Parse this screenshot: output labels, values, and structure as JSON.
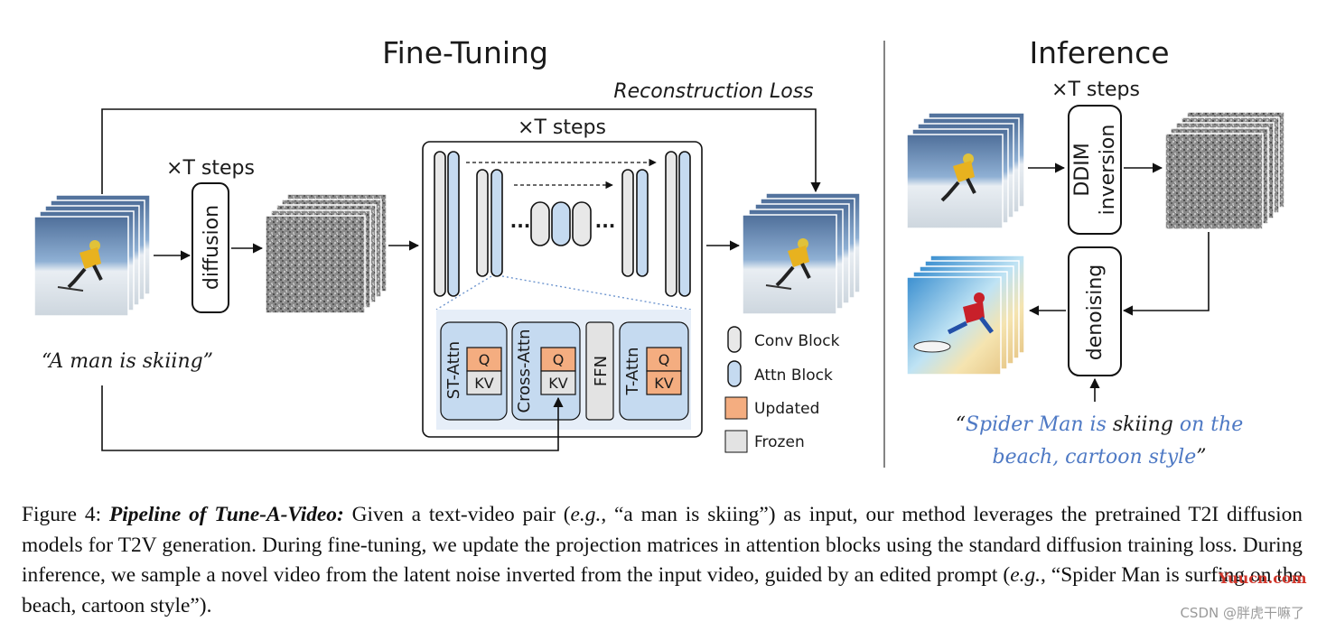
{
  "diagram": {
    "fine_tuning_title": "Fine-Tuning",
    "inference_title": "Inference",
    "reconstruction_loss": "Reconstruction Loss",
    "steps_diffusion": "×T steps",
    "steps_unet": "×T steps",
    "steps_inference": "×T steps",
    "diffusion_label": "diffusion",
    "ddim_line1": "DDIM",
    "ddim_line2": "inversion",
    "denoising_label": "denoising",
    "ellipsis": "...",
    "blocks": {
      "st_attn": "ST-Attn",
      "cross_attn": "Cross-Attn",
      "ffn": "FFN",
      "t_attn": "T-Attn",
      "q": "Q",
      "kv": "KV"
    },
    "legend": {
      "conv": "Conv Block",
      "attn": "Attn Block",
      "updated": "Updated",
      "frozen": "Frozen"
    },
    "prompt_input": "“A man is skiing”",
    "prompt_edit_line1_open": "“",
    "prompt_edit_line1_blue": "Spider Man is ",
    "prompt_edit_line1_black": "skiing",
    "prompt_edit_line1_blue2": " on the",
    "prompt_edit_line2_blue": "beach, cartoon style",
    "prompt_edit_line2_close": "”",
    "colors": {
      "updated": "#f4ad80",
      "frozen": "#e3e3e3",
      "attn": "#c5daf0",
      "prompt_blue": "#4e79c4"
    }
  },
  "caption": {
    "label": "Figure 4:",
    "bold_title": "Pipeline of Tune-A-Video:",
    "t1": "Given a text-video pair (",
    "eg1": "e.g.",
    "t2": ", “a man is skiing”) as input, our method leverages the pretrained T2I diffusion models for T2V generation. During fine-tuning, we update the projection matrices in attention blocks using the standard diffusion training loss. During inference, we sample a novel video from the latent noise inverted from the input video, guided by an edited prompt (",
    "eg2": "e.g.",
    "t3": ", “Spider Man is surfing on the beach, cartoon style”)."
  },
  "watermark": {
    "site": "Yuucn.com",
    "author": "CSDN @胖虎干嘛了"
  }
}
